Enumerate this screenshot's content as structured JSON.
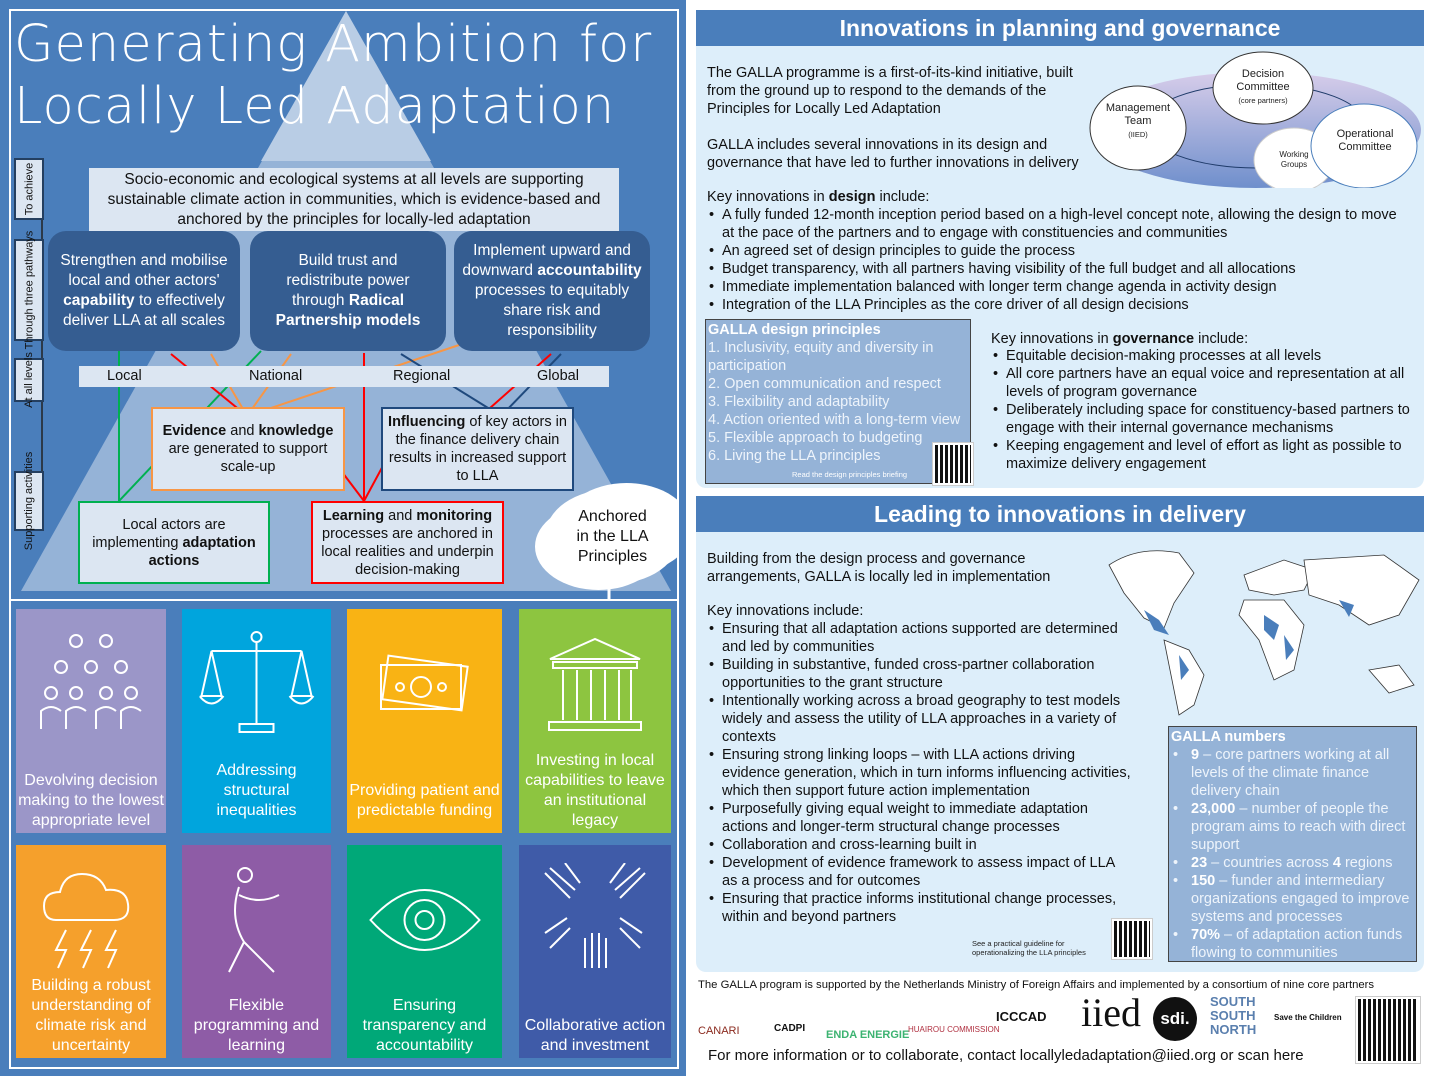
{
  "title": "Generating Ambition for Locally Led Adaptation",
  "theory_of_change": {
    "row_labels": [
      "To achieve",
      "Through three pathways",
      "At all levels",
      "Supporting activities"
    ],
    "goal": "Socio-economic and ecological systems at all levels are supporting sustainable climate action in communities, which is evidence-based and anchored by the principles for locally-led adaptation",
    "pathways": [
      {
        "pre": "Strengthen and mobilise local and other actors' ",
        "bold": "capability",
        "post": " to effectively deliver LLA at all scales"
      },
      {
        "pre": "Build trust and redistribute power through ",
        "bold": "Radical Partnership models",
        "post": ""
      },
      {
        "pre": "Implement upward and downward ",
        "bold": "accountability",
        "post": " processes to equitably share risk and responsibility"
      }
    ],
    "levels": [
      "Local",
      "National",
      "Regional",
      "Global"
    ],
    "activities": {
      "evidence": {
        "b1": "Evidence",
        "m1": " and ",
        "b2": "knowledge",
        "rest": " are generated to support scale-up"
      },
      "influencing": {
        "b1": "Influencing",
        "rest": " of key actors in the finance delivery chain results in increased support to LLA"
      },
      "local": {
        "pre": "Local actors are implementing ",
        "bold": "adaptation actions"
      },
      "learning": {
        "b1": "Learning",
        "m1": " and ",
        "b2": "monitoring",
        "rest": " processes are anchored in local realities and underpin decision-making"
      }
    },
    "cloud": "Anchored in the LLA Principles"
  },
  "tiles": [
    {
      "label": "Devolving decision making to the lowest appropriate level",
      "color": "#9b96c8",
      "icon": "people-group-icon"
    },
    {
      "label": "Addressing structural inequalities",
      "color": "#00a5dd",
      "icon": "scales-icon"
    },
    {
      "label": "Providing patient and predictable funding",
      "color": "#f9b314",
      "icon": "money-icon"
    },
    {
      "label": "Investing in local capabilities to leave an institutional legacy",
      "color": "#8dc540",
      "icon": "institution-icon"
    },
    {
      "label": "Building a robust understanding of climate risk and uncertainty",
      "color": "#f5a02c",
      "icon": "storm-icon"
    },
    {
      "label": "Flexible programming and learning",
      "color": "#8e5ca6",
      "icon": "flexible-person-icon"
    },
    {
      "label": "Ensuring transparency and accountability",
      "color": "#00a878",
      "icon": "eye-icon"
    },
    {
      "label": "Collaborative action and investment",
      "color": "#3f5ba8",
      "icon": "hands-icon"
    }
  ],
  "planning": {
    "header": "Innovations in planning and governance",
    "intro1": "The GALLA programme is a first-of-its-kind initiative, built from the ground up to respond to the demands of the Principles for Locally Led Adaptation",
    "intro2": "GALLA includes several innovations in its design and governance that have led to further innovations in delivery",
    "governance_diagram": {
      "decision": "Decision Committee",
      "decision_sub": "(core partners)",
      "management": "Management Team",
      "management_sub": "(IIED)",
      "operational": "Operational Committee",
      "working": "Working Groups"
    },
    "design_intro_pre": "Key innovations in ",
    "design_intro_bold": "design",
    "design_intro_post": " include:",
    "design_items": [
      "A fully funded 12-month inception period based on a high-level concept note, allowing the design to move at the pace of the partners and to engage with constituencies and communities",
      "An agreed set of design principles to guide the process",
      "Budget transparency, with all partners having visibility of the full budget and all allocations",
      "Immediate implementation balanced with longer term change agenda in activity design",
      "Integration of the LLA Principles as the core driver of all design decisions"
    ],
    "principles": {
      "title": "GALLA design principles",
      "items": [
        "1. Inclusivity, equity and diversity in participation",
        "2. Open communication and respect",
        "3. Flexibility and adaptability",
        "4. Action oriented with a long-term view",
        "5. Flexible approach to budgeting",
        "6. Living the LLA principles"
      ],
      "link": "Read the design principles briefing"
    },
    "gov_intro_pre": "Key innovations in ",
    "gov_intro_bold": "governance",
    "gov_intro_post": " include:",
    "gov_items": [
      "Equitable decision-making processes at all levels",
      "All core partners have an equal voice and representation at all levels of program governance",
      "Deliberately including space for constituency-based partners to engage with their internal governance mechanisms",
      "Keeping engagement and level of effort as light as possible to maximize delivery engagement"
    ]
  },
  "delivery": {
    "header": "Leading to innovations in delivery",
    "intro": "Building from the design process and governance arrangements, GALLA is locally led in implementation",
    "key": "Key innovations include:",
    "items": [
      "Ensuring that all adaptation actions supported are determined and led by communities",
      "Building in substantive, funded cross-partner collaboration opportunities to the grant structure",
      "Intentionally working across a broad geography to test models widely and assess the utility of LLA approaches in a variety of contexts",
      "Ensuring strong linking loops – with LLA actions driving evidence generation, which in turn informs influencing activities, which then support future action implementation",
      "Purposefully giving equal weight to immediate adaptation actions and longer-term structural change processes",
      "Collaboration and cross-learning built in",
      "Development of evidence framework to assess impact of LLA as a process and for outcomes",
      "Ensuring that practice informs institutional change processes, within and beyond partners"
    ],
    "guideline": "See a practical guideline for operationalizing the LLA principles",
    "numbers": {
      "title": "GALLA numbers",
      "items": [
        {
          "n": "9",
          "t": " – core partners working at all levels of the climate finance delivery chain"
        },
        {
          "n": "23,000",
          "t": " – number of people the program aims to reach with direct support"
        },
        {
          "n": "23",
          "t": " – countries across ",
          "n2": "4",
          "t2": " regions"
        },
        {
          "n": "150",
          "t": " – funder and intermediary organizations engaged to improve systems and processes"
        },
        {
          "n": "70%",
          "t": " – of adaptation action funds flowing to communities"
        }
      ]
    }
  },
  "footer": {
    "support": "The GALLA program is supported by the Netherlands Ministry of Foreign Affairs and implemented by a consortium of nine core partners",
    "logos": [
      "CANARI",
      "CADPI",
      "ENDA ENERGIE",
      "HUAIROU COMMISSION",
      "ICCCAD",
      "iied",
      "sdi.",
      "SOUTH SOUTH NORTH",
      "Save the Children"
    ],
    "contact": "For more information or to collaborate, contact locallyledadaptation@iied.org or scan here"
  }
}
